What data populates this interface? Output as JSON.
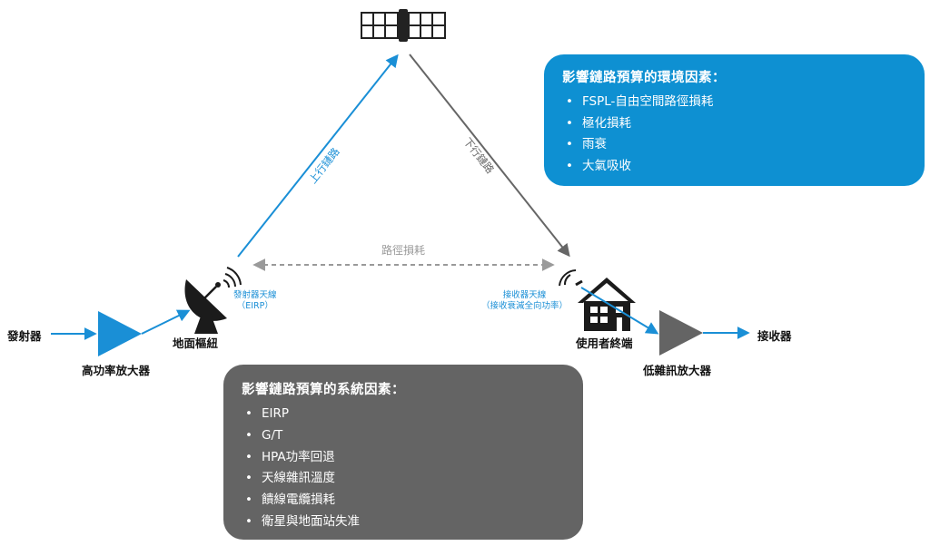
{
  "nodes": {
    "transmitter": "發射器",
    "hpa": "高功率放大器",
    "ground_hub": "地面樞紐",
    "tx_antenna": "發射器天線",
    "tx_antenna_sub": "（EIRP）",
    "rx_antenna": "接收器天線",
    "rx_antenna_sub": "（接收衰減全向功率）",
    "user_terminal": "使用者終端",
    "lna": "低雜訊放大器",
    "receiver": "接收器"
  },
  "links": {
    "uplink": "上行鏈路",
    "downlink": "下行鏈路",
    "path_loss": "路徑損耗"
  },
  "env_box": {
    "title": "影響鏈路預算的環境因素：",
    "items": [
      "FSPL-自由空間路徑損耗",
      "極化損耗",
      "雨衰",
      "大氣吸收"
    ]
  },
  "sys_box": {
    "title": "影響鏈路預算的系統因素：",
    "items": [
      "EIRP",
      "G/T",
      "HPA功率回退",
      "天線雜訊溫度",
      "饋線電纜損耗",
      "衛星與地面站失准"
    ]
  },
  "colors": {
    "blue": "#0e90d2",
    "gray": "#646464",
    "dark": "#111111"
  }
}
